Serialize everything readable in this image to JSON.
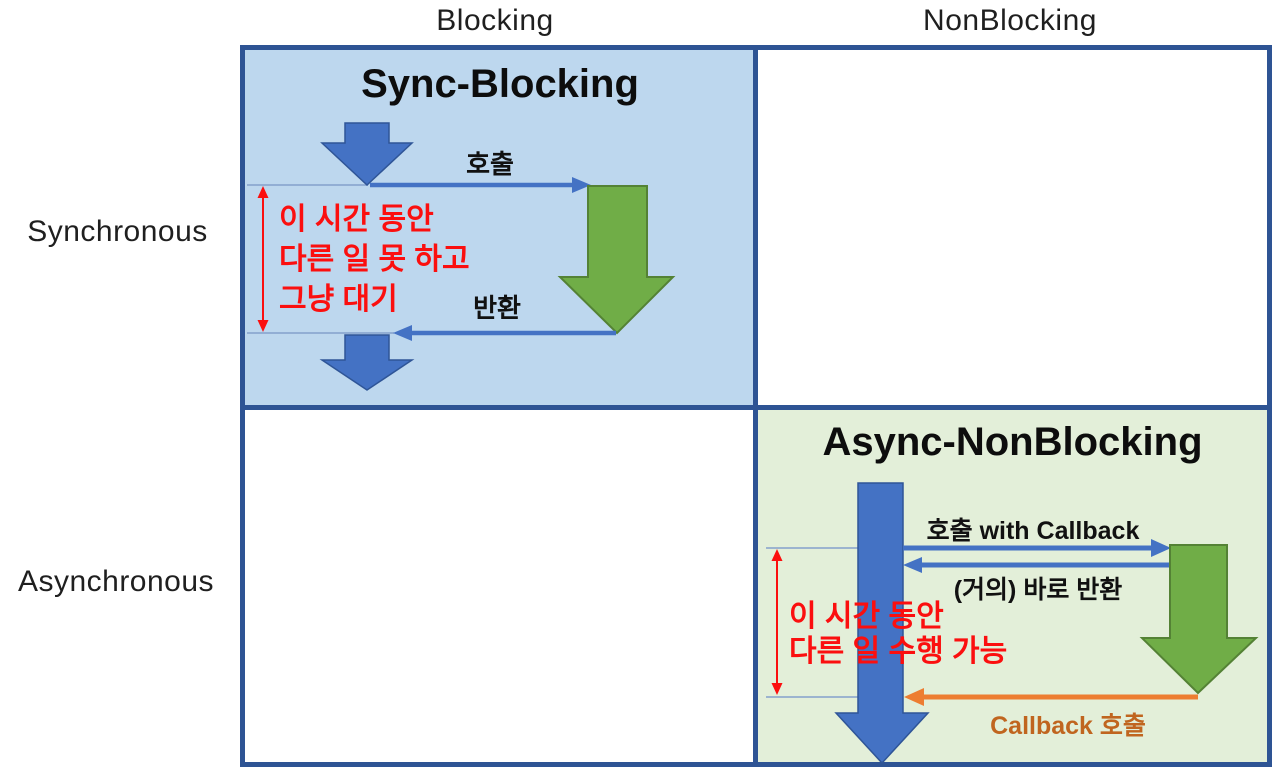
{
  "matrix": {
    "column_headers": {
      "blocking": "Blocking",
      "nonblocking": "NonBlocking"
    },
    "row_headers": {
      "synchronous": "Synchronous",
      "asynchronous": "Asynchronous"
    },
    "cells": {
      "sync_blocking": {
        "title": "Sync-Blocking",
        "call_label": "호출",
        "return_label": "반환",
        "wait_note_lines": [
          "이 시간 동안",
          "다른 일 못 하고",
          "그냥 대기"
        ]
      },
      "sync_nonblocking": {
        "content": ""
      },
      "async_blocking": {
        "content": ""
      },
      "async_nonblocking": {
        "title": "Async-NonBlocking",
        "call_label": "호출 with Callback",
        "return_label": "(거의) 바로 반환",
        "callback_label": "Callback 호출",
        "free_note_lines": [
          "이 시간 동안",
          "다른 일 수행 가능"
        ]
      }
    }
  },
  "colors": {
    "grid_border": "#2e5494",
    "cell_sync_blocking_bg": "#bdd7ee",
    "cell_async_nonblocking_bg": "#e3efd9",
    "arrow_blue": "#4472c4",
    "arrow_blue_dark": "#2f5597",
    "arrow_green": "#70ad47",
    "arrow_green_dark": "#548235",
    "arrow_orange": "#ed7d31",
    "callback_text": "#c0651f",
    "note_red": "#fb0f0f",
    "guide_line": "#84a1cc"
  }
}
